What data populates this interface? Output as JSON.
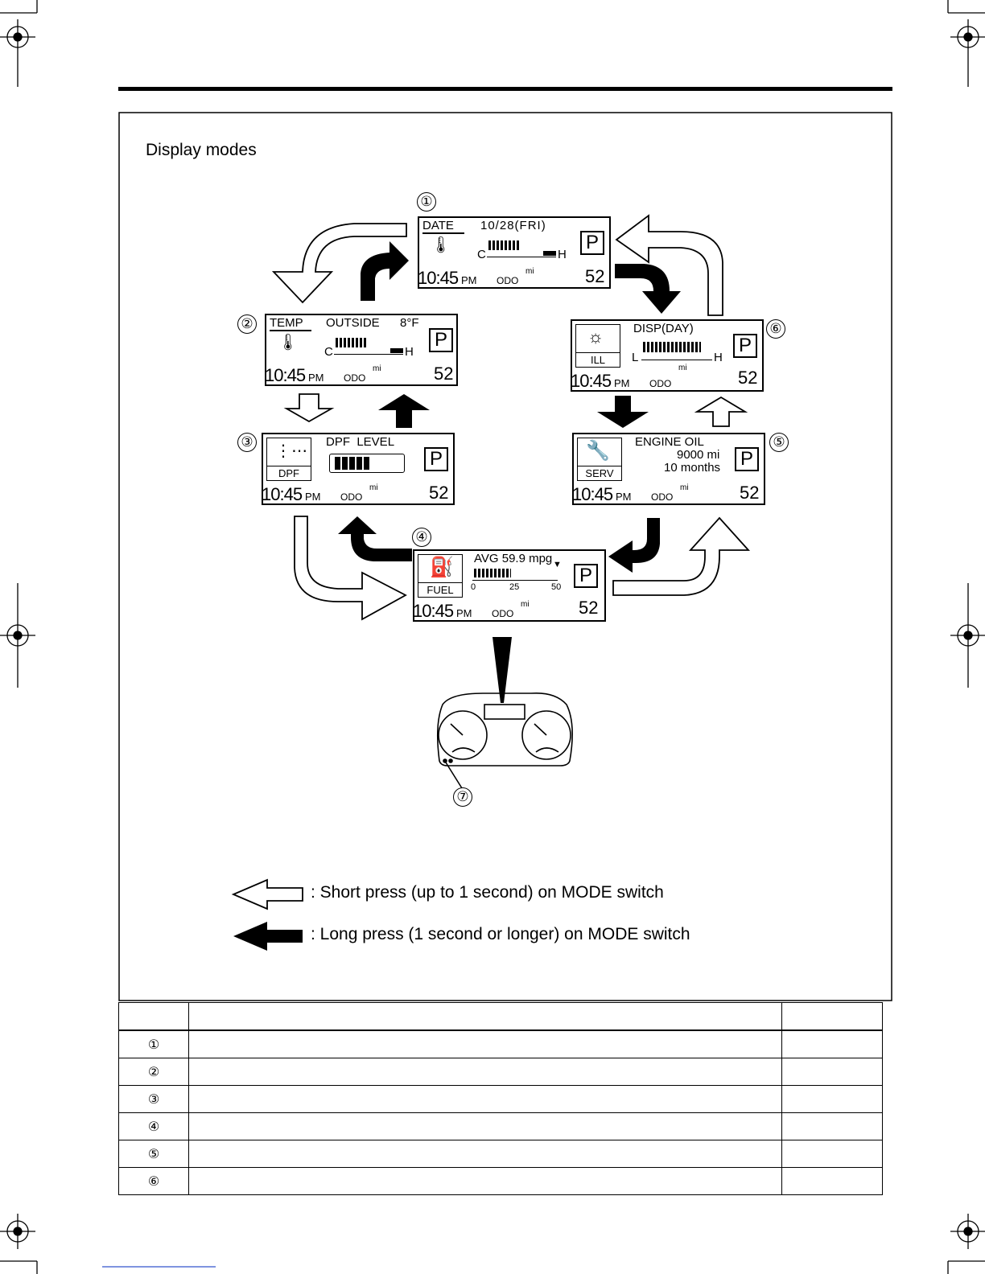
{
  "page": {
    "section_title": "Display modes"
  },
  "screens": {
    "s1": {
      "marker": "①",
      "line1_label": "DATE",
      "line1_value": "10/28(FRI)",
      "gauge_low": "C",
      "gauge_high": "H",
      "time": "10:45",
      "time_suffix": "PM",
      "odo": "ODO",
      "unit": "mi",
      "value": "52",
      "gear": "P"
    },
    "s2": {
      "marker": "②",
      "line1_label": "TEMP",
      "line1_mid": "OUTSIDE",
      "line1_value": "8°F",
      "gauge_low": "C",
      "gauge_high": "H",
      "time": "10:45",
      "time_suffix": "PM",
      "odo": "ODO",
      "unit": "mi",
      "value": "52",
      "gear": "P"
    },
    "s3": {
      "marker": "③",
      "icon_label": "DPF",
      "line1_label": "DPF  LEVEL",
      "time": "10:45",
      "time_suffix": "PM",
      "odo": "ODO",
      "unit": "mi",
      "value": "52",
      "gear": "P"
    },
    "s4": {
      "marker": "④",
      "icon_label": "FUEL",
      "line1_label": "AVG 59.9 mpg",
      "scale": [
        "0",
        "25",
        "50"
      ],
      "time": "10:45",
      "time_suffix": "PM",
      "odo": "ODO",
      "unit": "mi",
      "value": "52",
      "gear": "P"
    },
    "s5": {
      "marker": "⑤",
      "icon_label": "SERV",
      "line1_label": "ENGINE OIL",
      "line2": "9000 mi",
      "line3": "10 months",
      "time": "10:45",
      "time_suffix": "PM",
      "odo": "ODO",
      "unit": "mi",
      "value": "52",
      "gear": "P"
    },
    "s6": {
      "marker": "⑥",
      "icon_label": "ILL",
      "line1_label": "DISP(DAY)",
      "gauge_low": "L",
      "gauge_high": "H",
      "time": "10:45",
      "time_suffix": "PM",
      "odo": "ODO",
      "unit": "mi",
      "value": "52",
      "gear": "P"
    }
  },
  "cluster": {
    "marker": "⑦"
  },
  "legend": {
    "short_press": ": Short press (up to 1 second) on MODE switch",
    "long_press": ": Long press (1 second or longer) on MODE switch"
  },
  "table": {
    "rows": [
      "①",
      "②",
      "③",
      "④",
      "⑤",
      "⑥"
    ]
  }
}
